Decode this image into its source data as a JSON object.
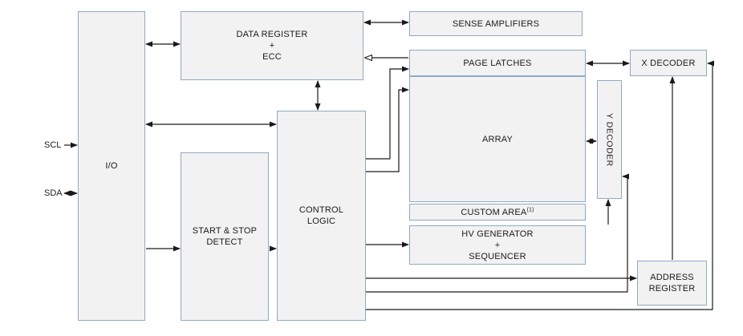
{
  "diagram": {
    "signals": {
      "scl": "SCL",
      "sda": "SDA"
    },
    "blocks": {
      "io": {
        "lines": [
          "I/O"
        ]
      },
      "data_register": {
        "lines": [
          "DATA REGISTER",
          "+",
          "ECC"
        ]
      },
      "start_stop_detect": {
        "lines": [
          "START & STOP",
          "DETECT"
        ]
      },
      "control_logic": {
        "lines": [
          "CONTROL",
          "LOGIC"
        ]
      },
      "sense_amplifiers": {
        "lines": [
          "SENSE AMPLIFIERS"
        ]
      },
      "page_latches": {
        "lines": [
          "PAGE LATCHES"
        ]
      },
      "array": {
        "lines": [
          "ARRAY"
        ]
      },
      "custom_area": {
        "label": "CUSTOM AREA",
        "note_ref": "(1)"
      },
      "hv_generator": {
        "lines": [
          "HV GENERATOR",
          "+",
          "SEQUENCER"
        ]
      },
      "y_decoder": {
        "lines": [
          "Y DECODER"
        ]
      },
      "x_decoder": {
        "lines": [
          "X DECODER"
        ]
      },
      "address_register": {
        "lines": [
          "ADDRESS",
          "REGISTER"
        ]
      }
    },
    "connections": [
      {
        "from": "SCL",
        "to": "I/O",
        "type": "arrow"
      },
      {
        "from": "SDA",
        "to": "I/O",
        "type": "bidirectional"
      },
      {
        "from": "I/O",
        "to": "DATA REGISTER + ECC",
        "type": "bidirectional"
      },
      {
        "from": "I/O",
        "to": "CONTROL LOGIC",
        "type": "bidirectional"
      },
      {
        "from": "I/O",
        "to": "START & STOP DETECT",
        "type": "arrow"
      },
      {
        "from": "START & STOP DETECT",
        "to": "CONTROL LOGIC",
        "type": "arrow"
      },
      {
        "from": "DATA REGISTER + ECC",
        "to": "CONTROL LOGIC",
        "type": "bidirectional"
      },
      {
        "from": "DATA REGISTER + ECC",
        "to": "SENSE AMPLIFIERS",
        "type": "bidirectional"
      },
      {
        "from": "PAGE LATCHES",
        "to": "DATA REGISTER + ECC",
        "type": "open-arrow"
      },
      {
        "from": "CONTROL LOGIC",
        "to": "PAGE LATCHES",
        "type": "arrow"
      },
      {
        "from": "CONTROL LOGIC",
        "to": "ARRAY",
        "type": "arrow"
      },
      {
        "from": "CONTROL LOGIC",
        "to": "HV GENERATOR + SEQUENCER",
        "type": "arrow"
      },
      {
        "from": "CONTROL LOGIC",
        "to": "ADDRESS REGISTER",
        "type": "arrow"
      },
      {
        "from": "CONTROL LOGIC",
        "to": "Y DECODER",
        "type": "arrow"
      },
      {
        "from": "CONTROL LOGIC",
        "to": "X DECODER",
        "type": "arrow"
      },
      {
        "from": "HV GENERATOR + SEQUENCER",
        "to": "Y DECODER",
        "type": "arrow"
      },
      {
        "from": "ARRAY",
        "to": "Y DECODER",
        "type": "bidirectional"
      },
      {
        "from": "PAGE LATCHES",
        "to": "X DECODER",
        "type": "bidirectional"
      },
      {
        "from": "ADDRESS REGISTER",
        "to": "X DECODER",
        "type": "arrow"
      }
    ],
    "colors": {
      "block_fill": "#f2f2f2",
      "block_border": "#8faac4",
      "connector": "#1a1a1a",
      "text": "#1a1a1a",
      "background": "#ffffff"
    }
  }
}
